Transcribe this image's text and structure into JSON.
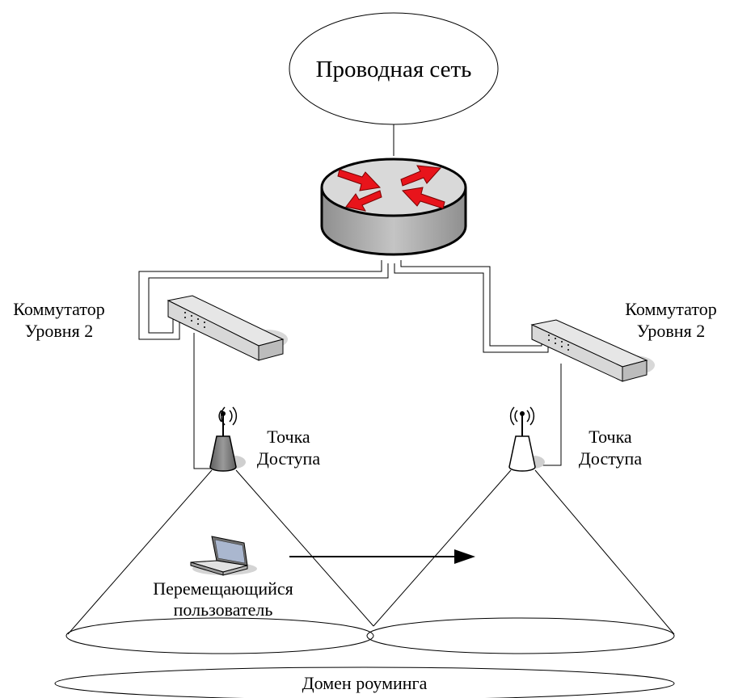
{
  "wired_network": {
    "label": "Проводная сеть"
  },
  "switch_left": {
    "line1": "Коммутатор",
    "line2": "Уровня 2"
  },
  "switch_right": {
    "line1": "Коммутатор",
    "line2": "Уровня 2"
  },
  "ap_left": {
    "line1": "Точка",
    "line2": "Доступа"
  },
  "ap_right": {
    "line1": "Точка",
    "line2": "Доступа"
  },
  "user": {
    "line1": "Перемещающийся",
    "line2": "пользователь"
  },
  "roaming_domain": {
    "label": "Домен роуминга"
  },
  "colors": {
    "arrow_red": "#e8141b",
    "router_body": "#a8a8a8",
    "router_top": "#d9d9d9"
  }
}
